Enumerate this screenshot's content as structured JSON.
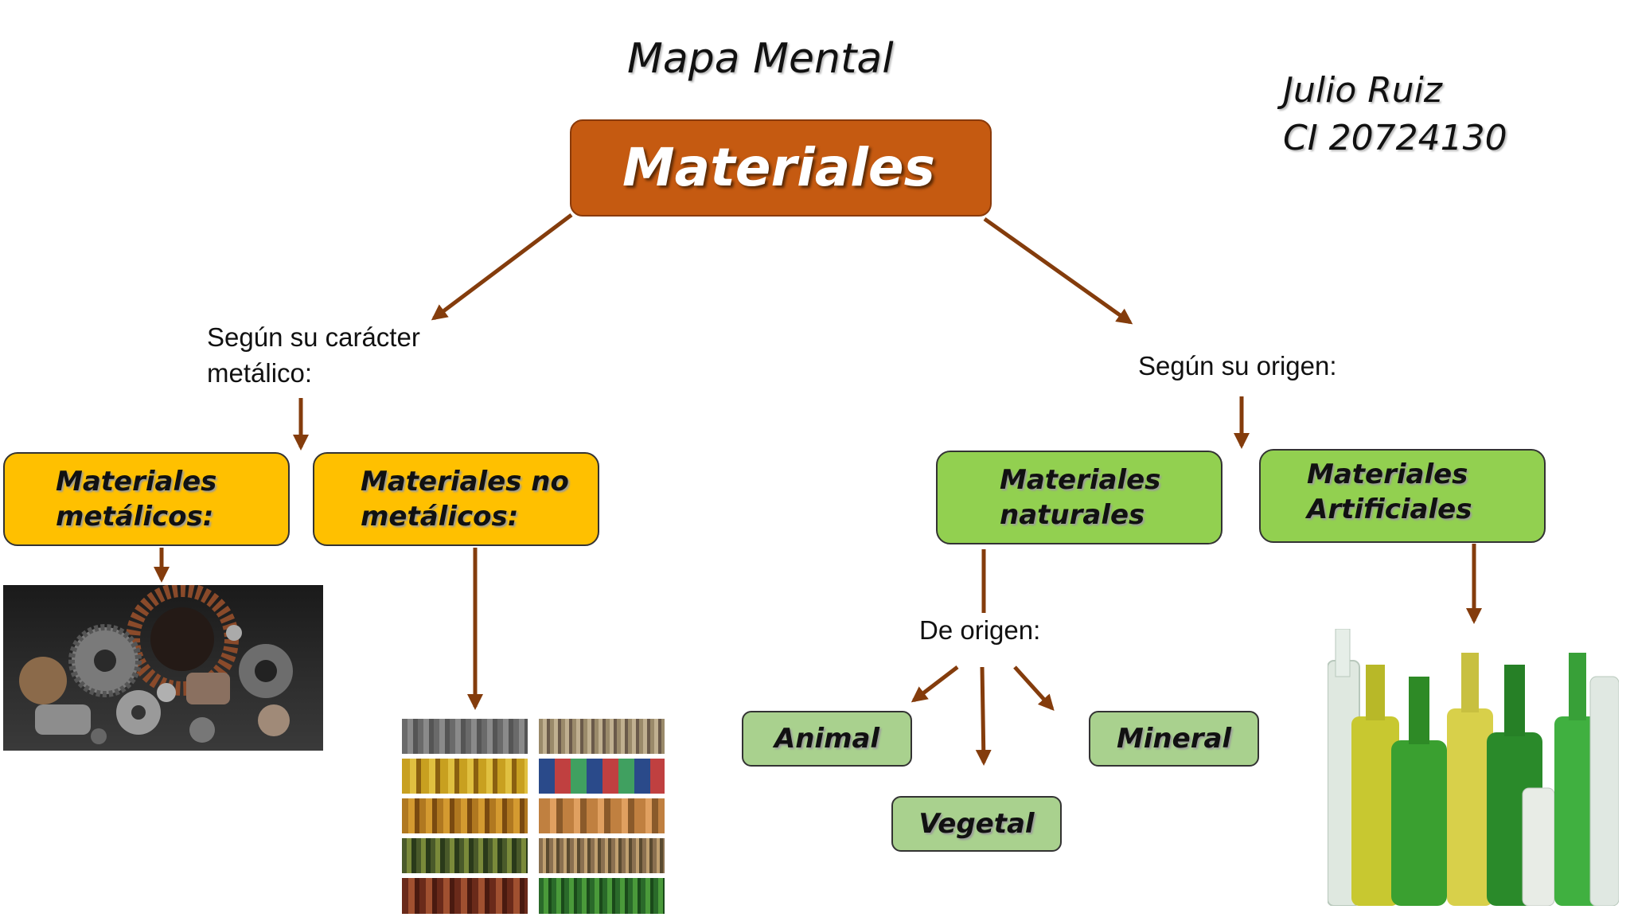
{
  "header": {
    "title": "Mapa Mental",
    "author": "Julio Ruiz",
    "id_label": "CI 20724130"
  },
  "root": {
    "label": "Materiales",
    "color": "#c55a11"
  },
  "branches": {
    "left": {
      "label_line1": "Según su carácter",
      "label_line2": "metálico:",
      "color": "#ffc000",
      "nodes": [
        {
          "line1": "Materiales",
          "line2": "metálicos:"
        },
        {
          "line1": "Materiales no",
          "line2": "metálicos:"
        }
      ]
    },
    "right": {
      "label": "Según su origen:",
      "color": "#92d050",
      "nodes": [
        {
          "line1": "Materiales",
          "line2": "naturales"
        },
        {
          "line1": "Materiales",
          "line2": "Artificiales"
        }
      ],
      "sub_label": "De origen:",
      "sub_color": "#a9d18e",
      "sub_nodes": [
        "Animal",
        "Vegetal",
        "Mineral"
      ]
    }
  },
  "images": [
    "metal-parts-photo",
    "non-metal-materials-collage",
    "glass-bottles-photo"
  ],
  "colors": {
    "arrow": "#843c0c"
  }
}
